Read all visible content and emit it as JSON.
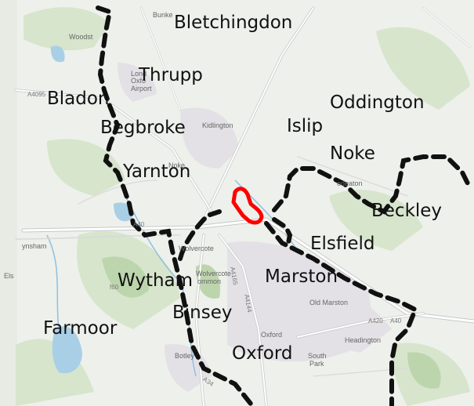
{
  "colors": {
    "map_land": "#eef0eb",
    "map_green": "#cfe0c3",
    "map_dark_green": "#b9d2a8",
    "water": "#a7cde6",
    "urban": "#e4e2e6",
    "road": "#ffffff",
    "road_casing": "#cfcfcf",
    "boundary": "#111111",
    "highlight": "#ff0000",
    "label": "#111111"
  },
  "map": {
    "labels": [
      {
        "name": "Bletchingdon"
      },
      {
        "name": "Thrupp"
      },
      {
        "name": "Bladon"
      },
      {
        "name": "Oddington"
      },
      {
        "name": "Begbroke"
      },
      {
        "name": "Islip"
      },
      {
        "name": "Noke"
      },
      {
        "name": "Yarnton"
      },
      {
        "name": "Beckley"
      },
      {
        "name": "Elsfield"
      },
      {
        "name": "Marston"
      },
      {
        "name": "Wytham"
      },
      {
        "name": "Binsey"
      },
      {
        "name": "Farmoor"
      },
      {
        "name": "Oxford"
      }
    ],
    "basemap_labels": [
      {
        "text": "Bunke"
      },
      {
        "text": "Woodst"
      },
      {
        "text": "Lond"
      },
      {
        "text": "Oxfo"
      },
      {
        "text": "Airport"
      },
      {
        "text": "Kidlington"
      },
      {
        "text": "Noke"
      },
      {
        "text": "odeaton"
      },
      {
        "text": "Wolvercote"
      },
      {
        "text": "Wolvercote"
      },
      {
        "text": "ommon"
      },
      {
        "text": "ynsham"
      },
      {
        "text": "Els"
      },
      {
        "text": "Old Marston"
      },
      {
        "text": "Oxford"
      },
      {
        "text": "Headington"
      },
      {
        "text": "South"
      },
      {
        "text": "Park"
      },
      {
        "text": "Botley"
      }
    ],
    "road_numbers": [
      {
        "text": "A4095"
      },
      {
        "text": "A40"
      },
      {
        "text": "A4165"
      },
      {
        "text": "A4144"
      },
      {
        "text": "A420"
      },
      {
        "text": "A40"
      },
      {
        "text": "A34"
      },
      {
        "text": "f60"
      }
    ]
  }
}
